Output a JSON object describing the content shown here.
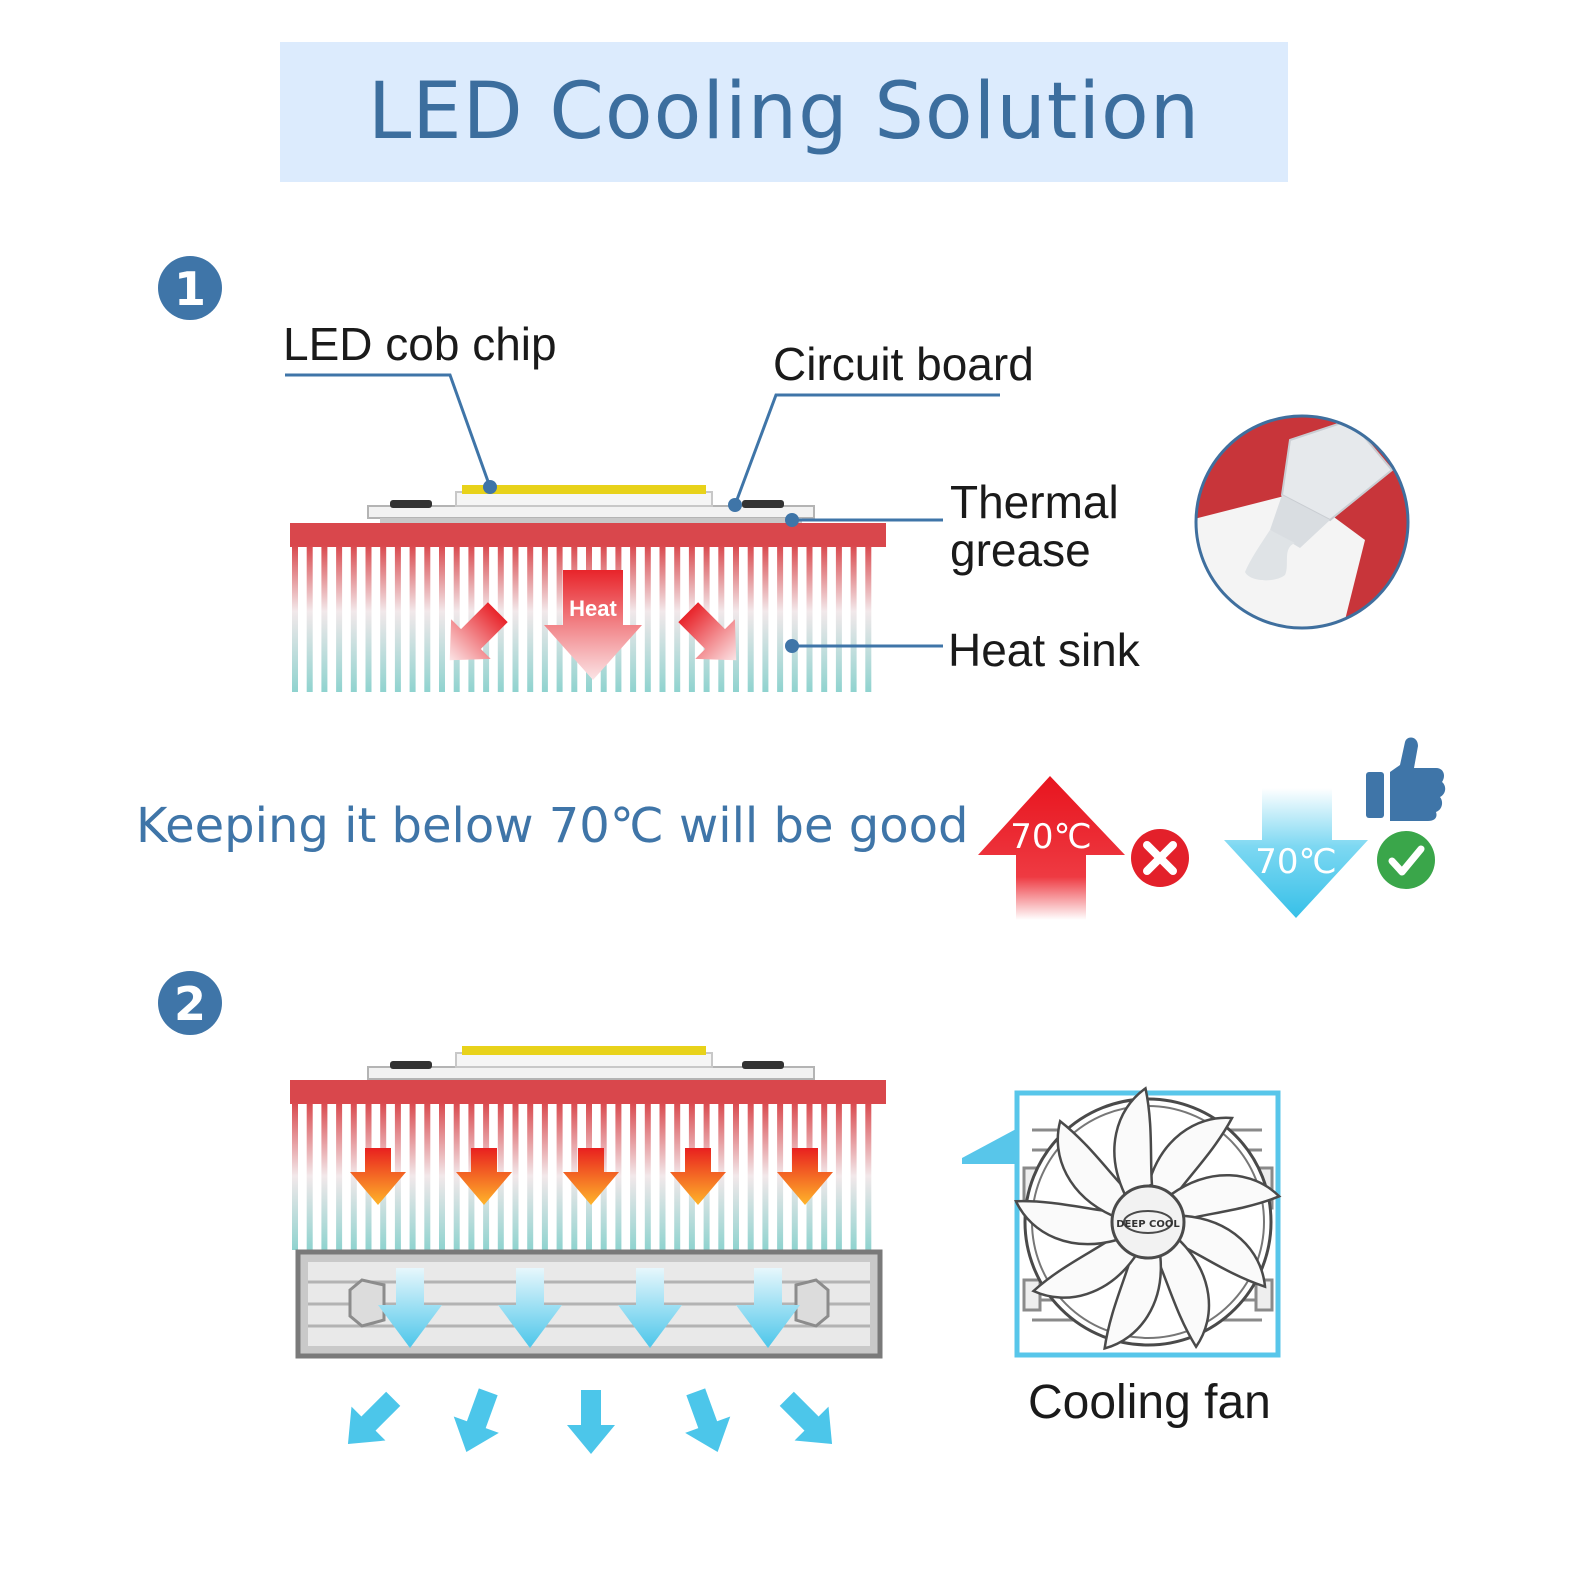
{
  "title": "LED Cooling Solution",
  "steps": [
    "1",
    "2"
  ],
  "labels": {
    "cob_chip": "LED cob chip",
    "circuit_board": "Circuit board",
    "thermal_grease_line1": "Thermal",
    "thermal_grease_line2": "grease",
    "heat_sink": "Heat sink",
    "heat_arrow": "Heat",
    "cooling_fan": "Cooling fan",
    "fan_brand": "DEEP COOL"
  },
  "temperature": {
    "message": "Keeping it below 70℃ will be good",
    "high_label": "70℃",
    "low_label": "70℃"
  },
  "colors": {
    "title_bg": "#dcebfd",
    "title_text": "#3c6e9e",
    "accent_blue": "#3f75a8",
    "heat_red": "#e8242a",
    "chip_yellow": "#e8d21a",
    "cool_cyan": "#4cc6ea",
    "bad_red": "#e3202a",
    "good_green": "#3aa64a"
  },
  "icons": {
    "bad": "x-circle-icon",
    "good": "check-circle-icon",
    "approval": "thumbs-up-icon"
  }
}
